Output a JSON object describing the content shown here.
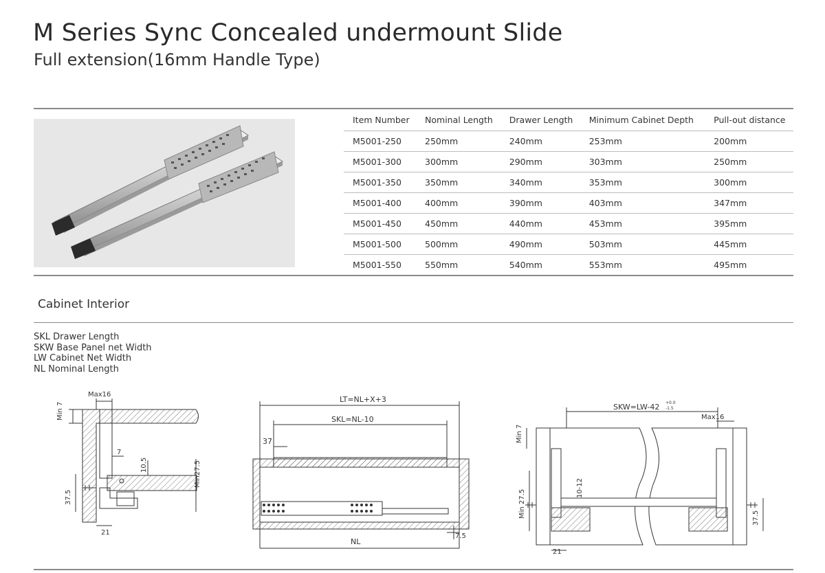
{
  "header": {
    "title": "M Series Sync Concealed undermount Slide",
    "subtitle": "Full extension(16mm Handle Type)"
  },
  "spec_table": {
    "columns": [
      "Item Number",
      "Nominal Length",
      "Drawer Length",
      "Minimum Cabinet Depth",
      "Pull-out distance"
    ],
    "rows": [
      [
        "M5001-250",
        "250mm",
        "240mm",
        "253mm",
        "200mm"
      ],
      [
        "M5001-300",
        "300mm",
        "290mm",
        "303mm",
        "250mm"
      ],
      [
        "M5001-350",
        "350mm",
        "340mm",
        "353mm",
        "300mm"
      ],
      [
        "M5001-400",
        "400mm",
        "390mm",
        "403mm",
        "347mm"
      ],
      [
        "M5001-450",
        "450mm",
        "440mm",
        "453mm",
        "395mm"
      ],
      [
        "M5001-500",
        "500mm",
        "490mm",
        "503mm",
        "445mm"
      ],
      [
        "M5001-550",
        "550mm",
        "540mm",
        "553mm",
        "495mm"
      ]
    ]
  },
  "cabinet": {
    "section_title": "Cabinet Interior",
    "legend": [
      "SKL  Drawer Length",
      "SKW  Base Panel net Width",
      "LW  Cabinet Net Width",
      "NL  Nominal Length"
    ]
  },
  "diagram_left": {
    "dims": {
      "min7": "Min 7",
      "max16": "Max16",
      "d7": "7",
      "d10_5": "10.5",
      "min27_5": "Min27.5",
      "d37_5": "37.5",
      "d21": "21"
    }
  },
  "diagram_middle": {
    "dims": {
      "lt": "LT=NL+X+3",
      "skl": "SKL=NL-10",
      "d37": "37",
      "nl": "NL",
      "d7_5": "7.5"
    }
  },
  "diagram_right": {
    "dims": {
      "skw": "SKW=LW-42",
      "tol_top": "+0.0",
      "tol_bottom": "-1.5",
      "max16": "Max16",
      "min7": "Min 7",
      "min27_5": "Min 27.5",
      "d10_12": "10-12",
      "d37_5": "37.5",
      "d21": "21"
    }
  }
}
